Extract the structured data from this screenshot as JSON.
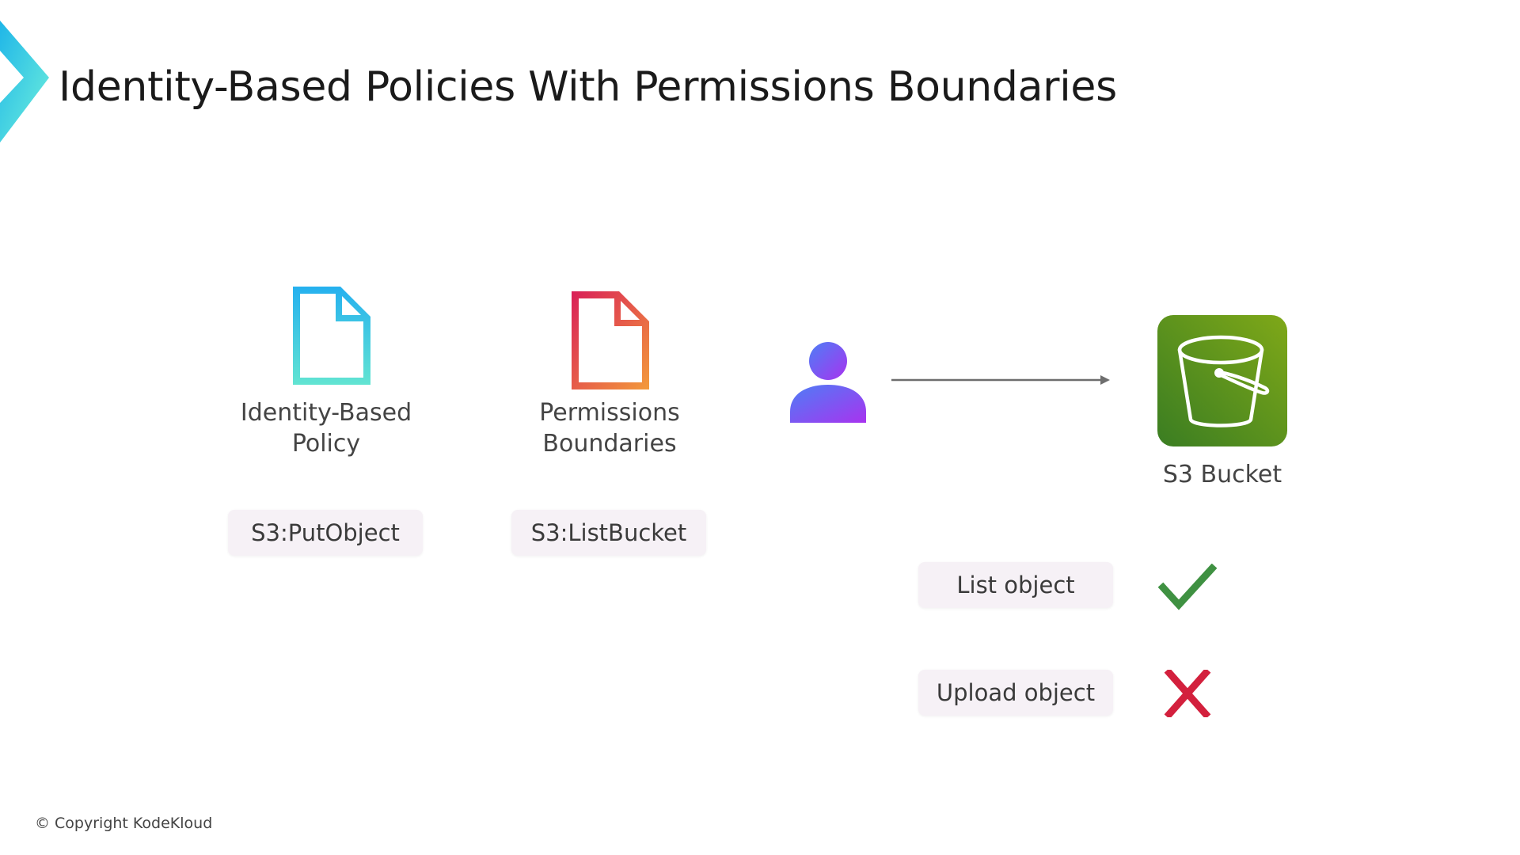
{
  "header": {
    "title": "Identity-Based Policies With Permissions Boundaries"
  },
  "diagram": {
    "identity_policy": {
      "label_line1": "Identity-Based",
      "label_line2": "Policy",
      "action": "S3:PutObject",
      "icon": "document-icon",
      "colors": [
        "#2fb5f0",
        "#5fe3d3"
      ]
    },
    "permissions_boundary": {
      "label_line1": "Permissions",
      "label_line2": "Boundaries",
      "action": "S3:ListBucket",
      "icon": "document-icon",
      "colors": [
        "#e8334f",
        "#f08a3c"
      ]
    },
    "user": {
      "icon": "user-icon",
      "colors": [
        "#4f7cf6",
        "#a535f0"
      ]
    },
    "bucket": {
      "label": "S3 Bucket",
      "icon": "bucket-icon",
      "colors": [
        "#3f8624",
        "#7aa116"
      ]
    },
    "results": [
      {
        "label": "List object",
        "status": "allowed",
        "icon": "checkmark-icon",
        "color": "#3f9142"
      },
      {
        "label": "Upload object",
        "status": "denied",
        "icon": "cross-icon",
        "color": "#d3203d"
      }
    ]
  },
  "footer": {
    "copyright": "© Copyright KodeKloud"
  }
}
